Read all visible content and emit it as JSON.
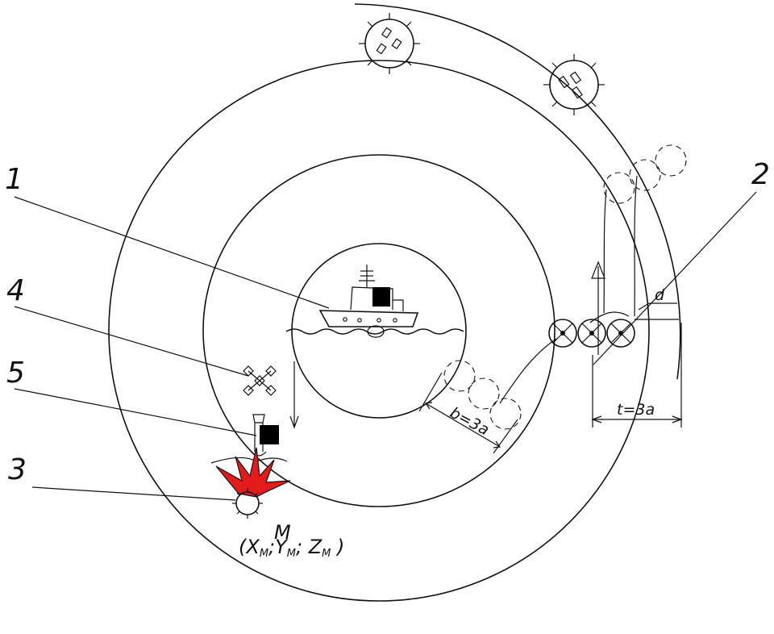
{
  "callouts": {
    "one": "1",
    "two": "2",
    "three": "3",
    "four": "4",
    "five": "5"
  },
  "dimensions": {
    "b": "b=3a",
    "t": "t=3a",
    "d": "d"
  },
  "point": {
    "name": "M",
    "open": "(X",
    "x_sub": "M",
    "sep1": ";Y",
    "y_sub": "M",
    "sep2": "; Z",
    "z_sub": "M",
    "close": " )"
  },
  "colors": {
    "ink": "#111111",
    "explosion": "#e41b1b",
    "marker": "#000000"
  }
}
